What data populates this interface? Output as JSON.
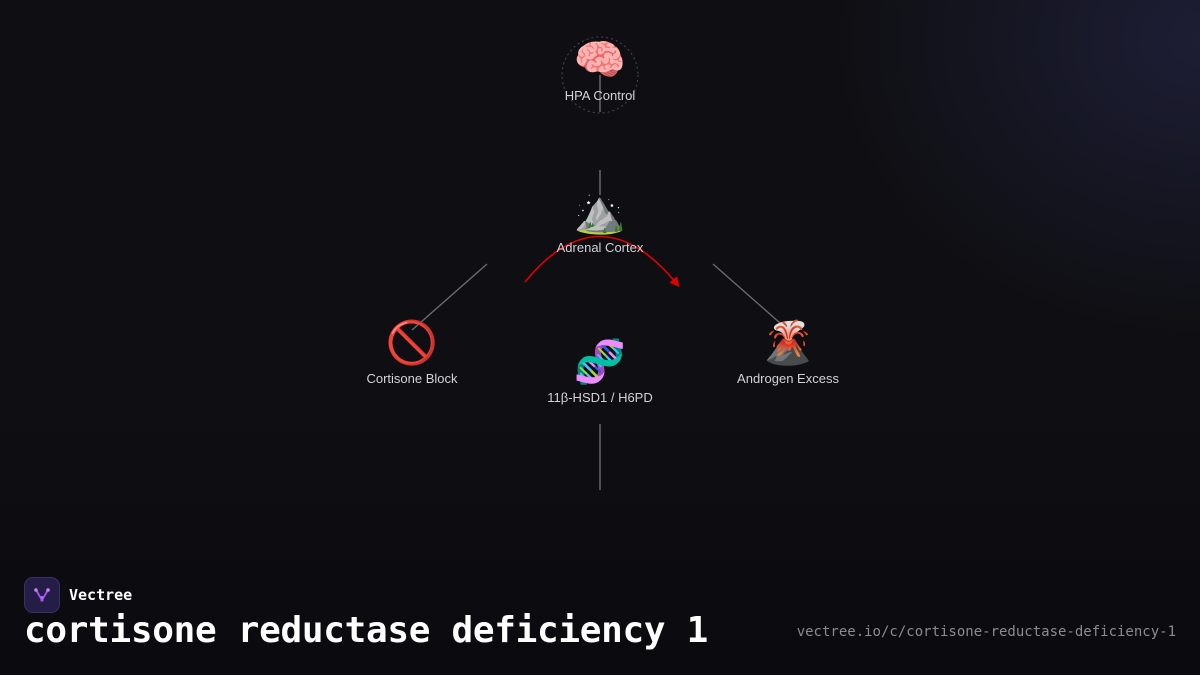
{
  "nodes": [
    {
      "id": "hpa",
      "emoji": "🧠",
      "icon": "brain-icon",
      "label": "HPA Control"
    },
    {
      "id": "adrenal",
      "emoji": "⛰️",
      "icon": "mountain-icon",
      "label": "Adrenal Cortex"
    },
    {
      "id": "cortisone",
      "emoji": "🚫",
      "icon": "prohibited-icon",
      "label": "Cortisone Block"
    },
    {
      "id": "enzyme",
      "emoji": "🧬",
      "icon": "dna-icon",
      "label": "11β-HSD1 / H6PD"
    },
    {
      "id": "androgen",
      "emoji": "🌋",
      "icon": "volcano-icon",
      "label": "Androgen Excess"
    }
  ],
  "colors": {
    "background": "#0f0f13",
    "edge": "#6b6b72",
    "cycle_arrow": "#e00000",
    "label": "#d2d2d8",
    "brand_accent": "#a855f7"
  },
  "brand": {
    "name": "Vectree",
    "icon": "vectree-logo-icon"
  },
  "title": "cortisone reductase deficiency 1",
  "url": "vectree.io/c/cortisone-reductase-deficiency-1"
}
